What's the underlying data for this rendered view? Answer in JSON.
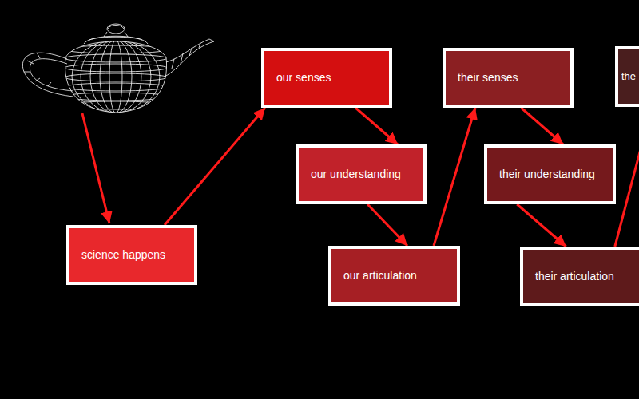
{
  "diagram": {
    "nodes": [
      {
        "text": [
          "science happens"
        ]
      },
      {
        "text": [
          "our senses"
        ]
      },
      {
        "text": [
          "our understanding"
        ]
      },
      {
        "text": [
          "our articulation"
        ]
      },
      {
        "text": [
          "their senses"
        ]
      },
      {
        "text": [
          "their understanding"
        ]
      },
      {
        "text": [
          "their articulation"
        ]
      },
      {
        "text": [
          "the"
        ]
      }
    ],
    "edges": [
      {
        "from": 0,
        "to": 1,
        "arrow": "to"
      },
      {
        "from": 1,
        "to": 2,
        "arrow": "to"
      },
      {
        "from": 2,
        "to": 3,
        "arrow": "to"
      },
      {
        "from": 3,
        "to": 4,
        "arrow": "to"
      },
      {
        "from": 4,
        "to": 5,
        "arrow": "to"
      },
      {
        "from": 5,
        "to": 6,
        "arrow": "to"
      },
      {
        "from": 6,
        "to": 7,
        "arrow": "none"
      }
    ]
  }
}
